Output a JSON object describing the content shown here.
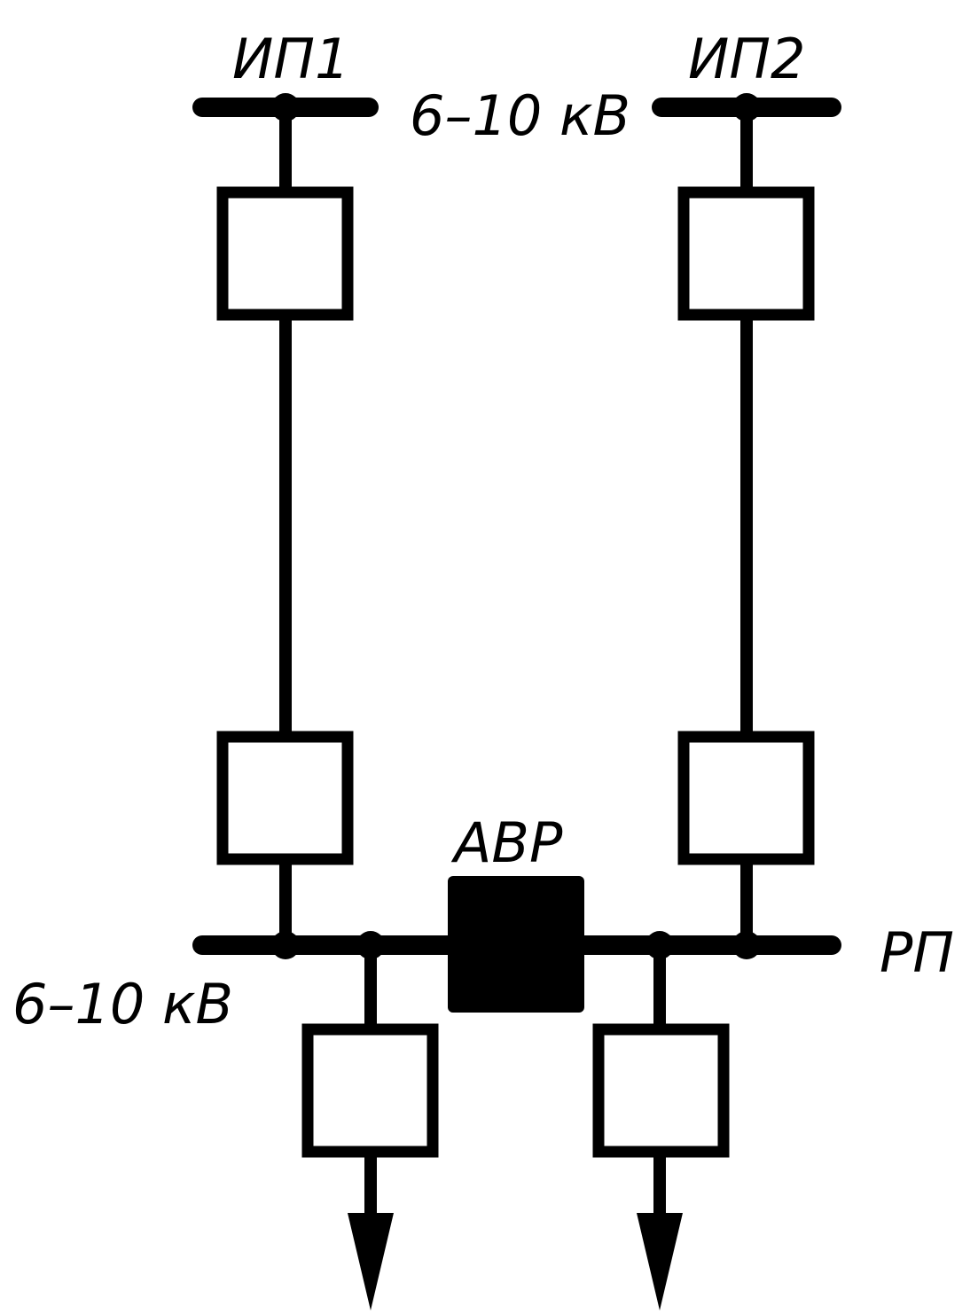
{
  "labels": {
    "source1": "ИП1",
    "source2": "ИП2",
    "top_voltage": "6–10 кВ",
    "bottom_voltage": "6–10 кВ",
    "distribution_point": "РП",
    "transfer_switch": "АВР"
  },
  "colors": {
    "line": "#000000",
    "background": "#ffffff"
  }
}
